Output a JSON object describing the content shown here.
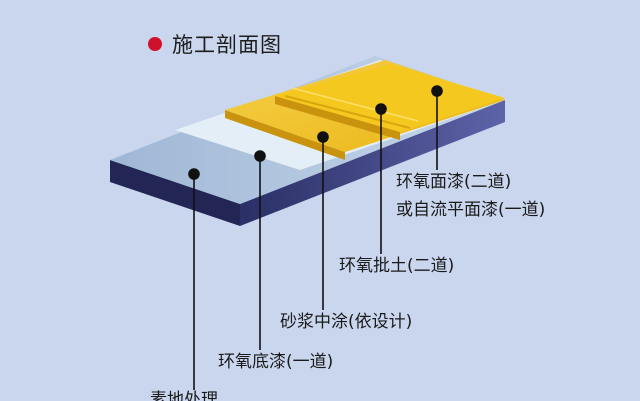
{
  "header": {
    "title": "施工剖面图",
    "bullet_color": "#d0112b"
  },
  "layers": [
    {
      "key": "top_coat",
      "lines": [
        "环氧面漆(二道)",
        "或自流平面漆(一道)"
      ],
      "color": "#f1c11b"
    },
    {
      "key": "putty",
      "lines": [
        "环氧批土(二道)"
      ],
      "color": "#f3c724"
    },
    {
      "key": "mortar",
      "lines": [
        "砂浆中涂(依设计)"
      ],
      "color": "#e2eef5"
    },
    {
      "key": "primer",
      "lines": [
        "环氧底漆(一道)"
      ],
      "color": "#a6bed8"
    },
    {
      "key": "base",
      "lines": [
        "素地处理"
      ],
      "color": "#3d4380"
    }
  ],
  "colors": {
    "background": "#c9d6ee",
    "slab_side": "#4a4f90",
    "slab_front": "#2a2d60",
    "leader": "#111111"
  }
}
